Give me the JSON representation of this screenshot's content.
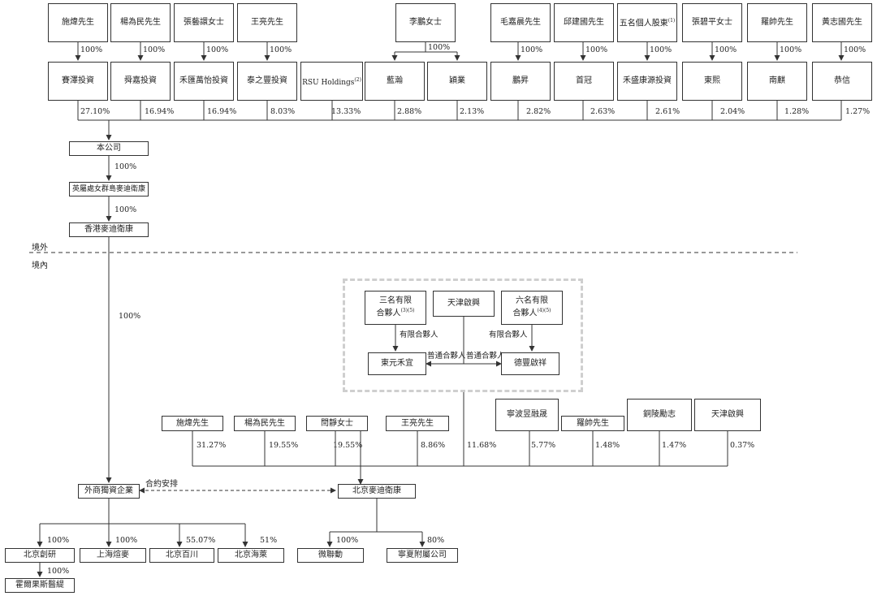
{
  "top_holders": [
    {
      "owner": "施煒先生",
      "entity": "賽澤投資",
      "pct": "100%",
      "share": "27.10%"
    },
    {
      "owner": "楊為民先生",
      "entity": "舜嘉投資",
      "pct": "100%",
      "share": "16.94%"
    },
    {
      "owner": "張藝譞女士",
      "entity": "禾匯萬怡投資",
      "pct": "100%",
      "share": "16.94%"
    },
    {
      "owner": "王亮先生",
      "entity": "泰之豐投資",
      "pct": "100%",
      "share": "8.03%"
    },
    {
      "entity": "RSU Holdings",
      "entity_sup": "(2)",
      "share": "13.33%"
    },
    {
      "entity": "藍瀚",
      "share": "2.88%"
    },
    {
      "entity": "穎業",
      "share": "2.13%"
    },
    {
      "owner": "毛嘉晨先生",
      "entity": "鵬昇",
      "pct": "100%",
      "share": "2.82%"
    },
    {
      "owner": "邱建國先生",
      "entity": "首冠",
      "pct": "100%",
      "share": "2.63%"
    },
    {
      "owner": "五名個人股東",
      "owner_sup": "(1)",
      "entity": "禾盛康源投資",
      "pct": "100%",
      "share": "2.61%"
    },
    {
      "owner": "張碧平女士",
      "entity": "東熙",
      "pct": "100%",
      "share": "2.04%"
    },
    {
      "owner": "羅帥先生",
      "entity": "南麒",
      "pct": "100%",
      "share": "1.28%"
    },
    {
      "owner": "黃志國先生",
      "entity": "恭信",
      "pct": "100%",
      "share": "1.27%"
    }
  ],
  "shared_owner": {
    "name": "李鵬女士",
    "pct": "100%"
  },
  "company_chain": [
    {
      "name": "本公司",
      "pct": "100%"
    },
    {
      "name": "英屬處女群島麥迪衛康",
      "pct": "100%"
    },
    {
      "name": "香港麥迪衛康",
      "pct": "100%"
    }
  ],
  "regions": {
    "offshore": "境外",
    "onshore": "境內"
  },
  "partnership": {
    "lp_group_a": {
      "line1": "三名有限",
      "line2": "合夥人",
      "sup": "(3)(5)"
    },
    "gp": "天津啟興",
    "lp_group_b": {
      "line1": "六名有限",
      "line2": "合夥人",
      "sup": "(4)(5)"
    },
    "fund_a": "東元禾宜",
    "fund_b": "德豐啟祥",
    "lp_label": "有限合夥人",
    "gp_label": "普通合夥人"
  },
  "domestic_holders": [
    {
      "name": "施煒先生",
      "share": "31.27%"
    },
    {
      "name": "楊為民先生",
      "share": "19.55%"
    },
    {
      "name": "閆靜女士",
      "share": "19.55%"
    },
    {
      "name": "王亮先生",
      "share": "8.86%"
    },
    {
      "name": "",
      "share": "11.68%"
    },
    {
      "name": "寧波昱融晟",
      "share": "5.77%"
    },
    {
      "name": "羅帥先生",
      "share": "1.48%"
    },
    {
      "name": "銅陵勵志",
      "share": "1.47%"
    },
    {
      "name": "天津啟興",
      "share": "0.37%"
    }
  ],
  "wfoe": {
    "name": "外商獨資企業",
    "contract_label": "合約安排"
  },
  "opco": {
    "name": "北京麥迪衛康"
  },
  "wfoe_subs": [
    {
      "name": "北京創研",
      "pct": "100%"
    },
    {
      "name": "上海煊麥",
      "pct": "100%"
    },
    {
      "name": "北京百川",
      "pct": "55.07%"
    },
    {
      "name": "北京海萊",
      "pct": "51%"
    }
  ],
  "grandchild": {
    "name": "霍爾果斯醫緹",
    "pct": "100%"
  },
  "opco_subs": [
    {
      "name": "微聯動",
      "pct": "100%"
    },
    {
      "name": "寧夏附屬公司",
      "pct": "80%"
    }
  ]
}
